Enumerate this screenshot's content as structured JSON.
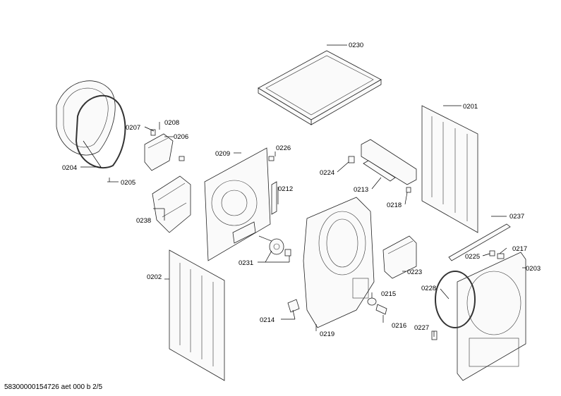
{
  "callouts": {
    "c0230": "0230",
    "c0201": "0201",
    "c0207": "0207",
    "c0208": "0208",
    "c0206": "0206",
    "c0204": "0204",
    "c0205": "0205",
    "c0209": "0209",
    "c0226": "0226",
    "c0224": "0224",
    "c0212": "0212",
    "c0213": "0213",
    "c0218": "0218",
    "c0238": "0238",
    "c0237": "0237",
    "c0225": "0225",
    "c0217": "0217",
    "c0231": "0231",
    "c0223": "0223",
    "c0203": "0203",
    "c0202": "0202",
    "c0228": "0228",
    "c0215": "0215",
    "c0214": "0214",
    "c0216": "0216",
    "c0219": "0219",
    "c0227": "0227"
  },
  "footer": {
    "doc_id": "58300000154726 aet 000 b 2/5"
  }
}
